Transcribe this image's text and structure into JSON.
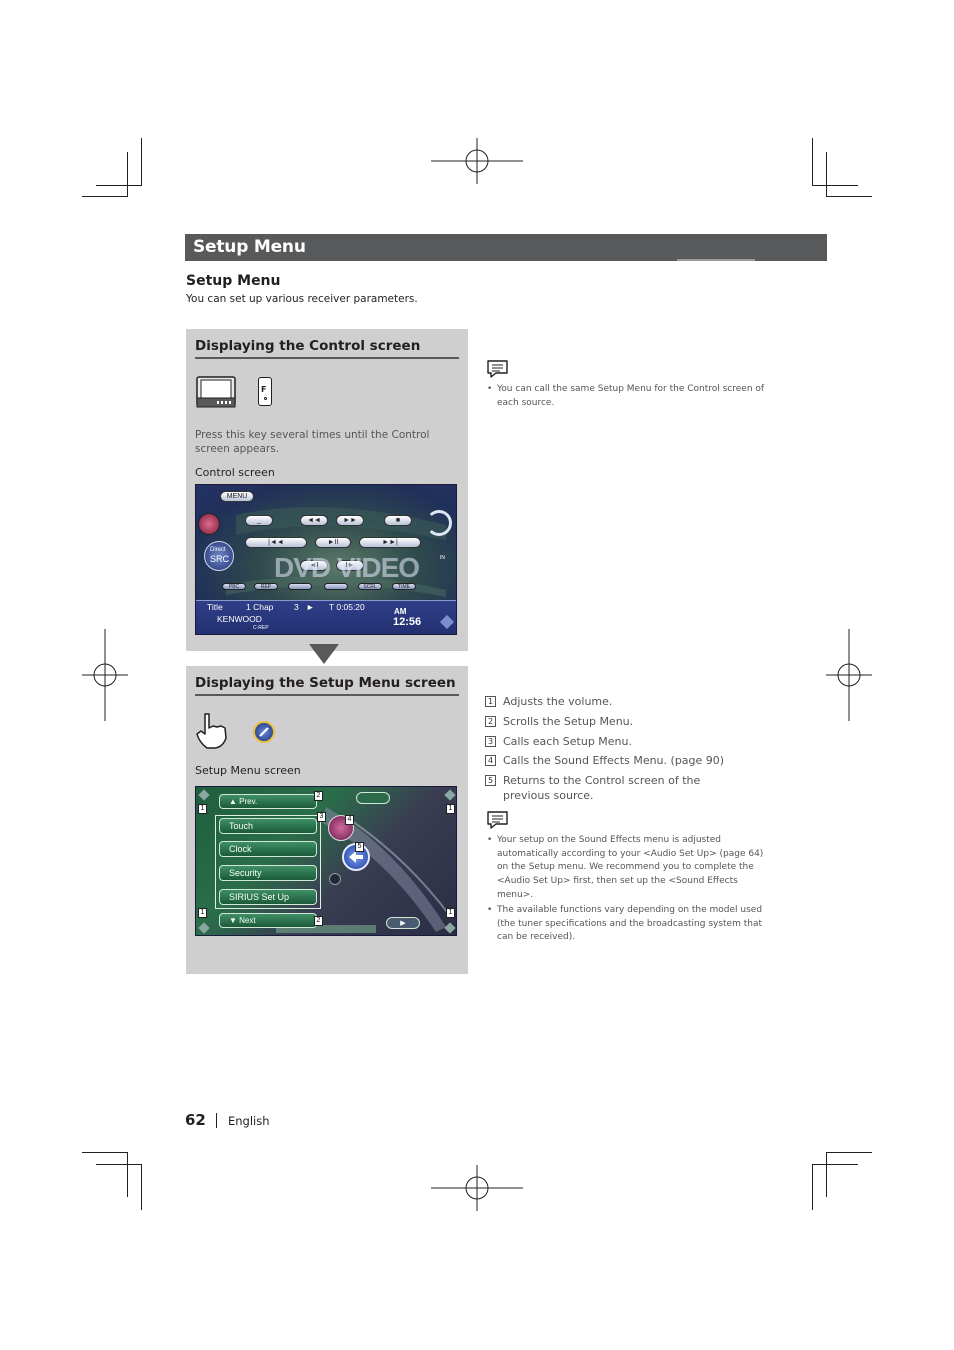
{
  "banner": {
    "title": "Setup Menu"
  },
  "section": {
    "title": "Setup Menu",
    "description": "You can set up various receiver parameters."
  },
  "control_panel": {
    "title": "Displaying the Control screen",
    "remote_key": "F",
    "instruction": "Press this key several times until the Control screen appears.",
    "screen_label": "Control screen",
    "screen": {
      "menu_label": "MENU",
      "direct_label": "Direct",
      "src_label": "SRC",
      "watermark": "DVD VIDEO",
      "in_label": "IN",
      "mini_buttons": [
        "PBC",
        "REP",
        "SCRL",
        "TIME"
      ],
      "title_label": "Title",
      "chap_label": "1 Chap",
      "chap_num": "3",
      "play_glyph": "►",
      "time_label": "T  0:05:20",
      "station": "KENWOOD",
      "rep_label": "C-REP",
      "ampm": "AM",
      "clock": "12:56"
    }
  },
  "setup_panel": {
    "title": "Displaying the Setup Menu screen",
    "screen_label": "Setup Menu screen",
    "screen": {
      "prev_label": "▲ Prev.",
      "next_label": "▼ Next",
      "menu_items": [
        "Touch",
        "Clock",
        "Security",
        "SIRIUS Set Up"
      ],
      "callouts": [
        "1",
        "2",
        "3",
        "4",
        "5"
      ]
    }
  },
  "note_top": {
    "bullet": "•",
    "text": "You can call the same Setup Menu for the Control screen of each source."
  },
  "numbered_items": [
    {
      "num": "1",
      "text": "Adjusts the volume."
    },
    {
      "num": "2",
      "text": "Scrolls the Setup Menu."
    },
    {
      "num": "3",
      "text": "Calls each Setup Menu."
    },
    {
      "num": "4",
      "text": "Calls the Sound Effects Menu. (page 90)"
    },
    {
      "num": "5",
      "text": "Returns to the Control screen of the previous source."
    }
  ],
  "note_bottom": {
    "bullets": [
      "Your setup on the Sound Effects menu is adjusted automatically according to your <Audio Set Up> (page 64) on the Setup menu. We recommend you to complete the <Audio Set Up> first, then set up the <Sound Effects menu>.",
      "The available functions vary depending on the model used (the tuner specifications and the broadcasting system that can be received)."
    ],
    "bullet_glyph": "•"
  },
  "footer": {
    "page_number": "62",
    "language": "English"
  },
  "colors": {
    "banner": "#58595b",
    "panel": "#cfcfd0",
    "screen_blue": "#2b3a7a",
    "setup_green": "#1f5d3e"
  }
}
